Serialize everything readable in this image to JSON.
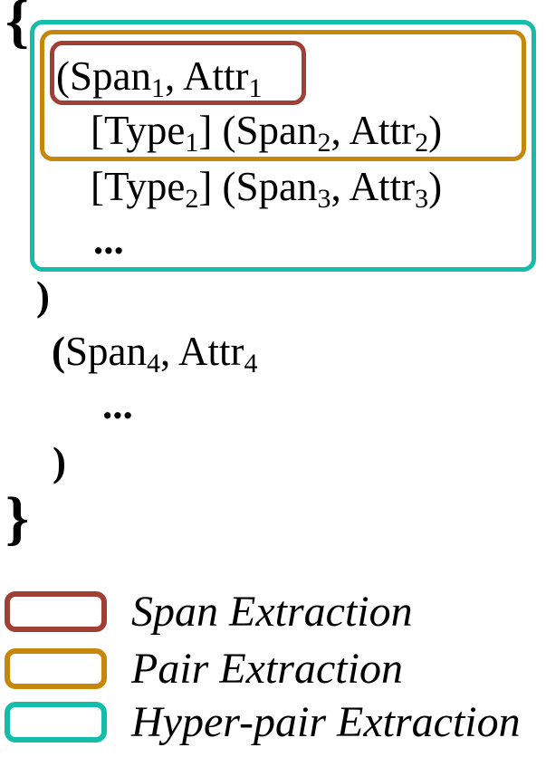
{
  "colors": {
    "span_extraction": "#A03F35",
    "pair_extraction": "#C7870A",
    "hyper_pair_extraction": "#14BCAA",
    "text": "#000000",
    "background": "#FFFFFF"
  },
  "diagram": {
    "open_brace": "{",
    "close_brace": "}",
    "lines": {
      "span1": {
        "segments": [
          {
            "text": "(Span"
          },
          {
            "text": "1",
            "sub": true
          },
          {
            "text": ", Attr"
          },
          {
            "text": "1",
            "sub": true
          }
        ]
      },
      "pair1": {
        "segments": [
          {
            "text": "[Type"
          },
          {
            "text": "1",
            "sub": true
          },
          {
            "text": "] (Span"
          },
          {
            "text": "2",
            "sub": true
          },
          {
            "text": ", Attr"
          },
          {
            "text": "2",
            "sub": true
          },
          {
            "text": ")"
          }
        ]
      },
      "pair2": {
        "segments": [
          {
            "text": "[Type"
          },
          {
            "text": "2",
            "sub": true
          },
          {
            "text": "] (Span"
          },
          {
            "text": "3",
            "sub": true
          },
          {
            "text": ", Attr"
          },
          {
            "text": "3",
            "sub": true
          },
          {
            "text": ")"
          }
        ]
      },
      "ellipsis1": {
        "segments": [
          {
            "text": "...",
            "bold": true
          }
        ]
      },
      "close1": {
        "segments": [
          {
            "text": ")",
            "bold": true
          }
        ]
      },
      "span4": {
        "segments": [
          {
            "text": "(",
            "bold": true
          },
          {
            "text": "Span"
          },
          {
            "text": "4",
            "sub": true
          },
          {
            "text": ", Attr"
          },
          {
            "text": "4",
            "sub": true
          }
        ]
      },
      "ellipsis2": {
        "segments": [
          {
            "text": "...",
            "bold": true
          }
        ]
      },
      "close2": {
        "segments": [
          {
            "text": ")",
            "bold": true
          }
        ]
      }
    }
  },
  "legend": {
    "items": [
      {
        "label": "Span Extraction",
        "color": "#A03F35"
      },
      {
        "label": "Pair Extraction",
        "color": "#C7870A"
      },
      {
        "label": "Hyper-pair Extraction",
        "color": "#14BCAA"
      }
    ]
  }
}
